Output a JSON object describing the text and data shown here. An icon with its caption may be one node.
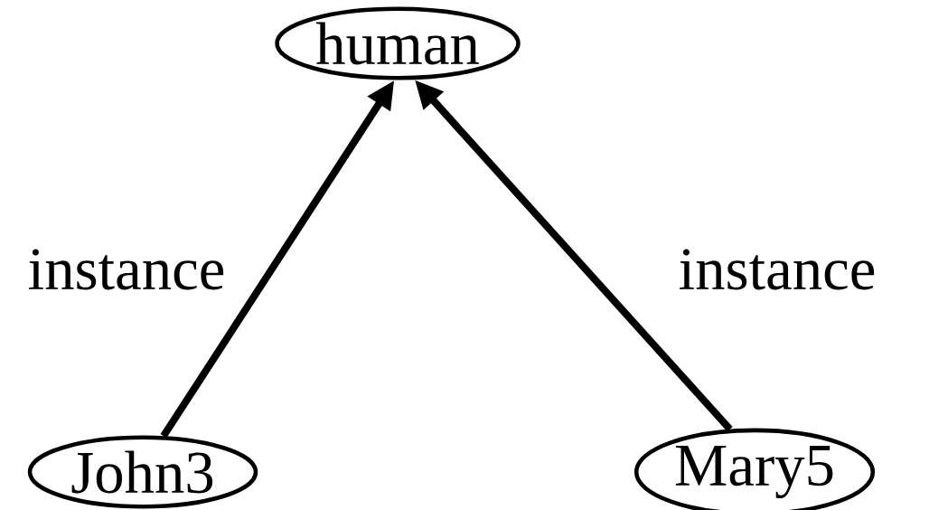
{
  "diagram": {
    "nodes": [
      {
        "text": [
          "human"
        ]
      },
      {
        "text": [
          "John3"
        ]
      },
      {
        "text": [
          "Mary5"
        ]
      }
    ],
    "edges": [
      {
        "from": 1,
        "to": 0,
        "arrow": "to",
        "label": "instance"
      },
      {
        "from": 2,
        "to": 0,
        "arrow": "to",
        "label": "instance"
      }
    ]
  }
}
